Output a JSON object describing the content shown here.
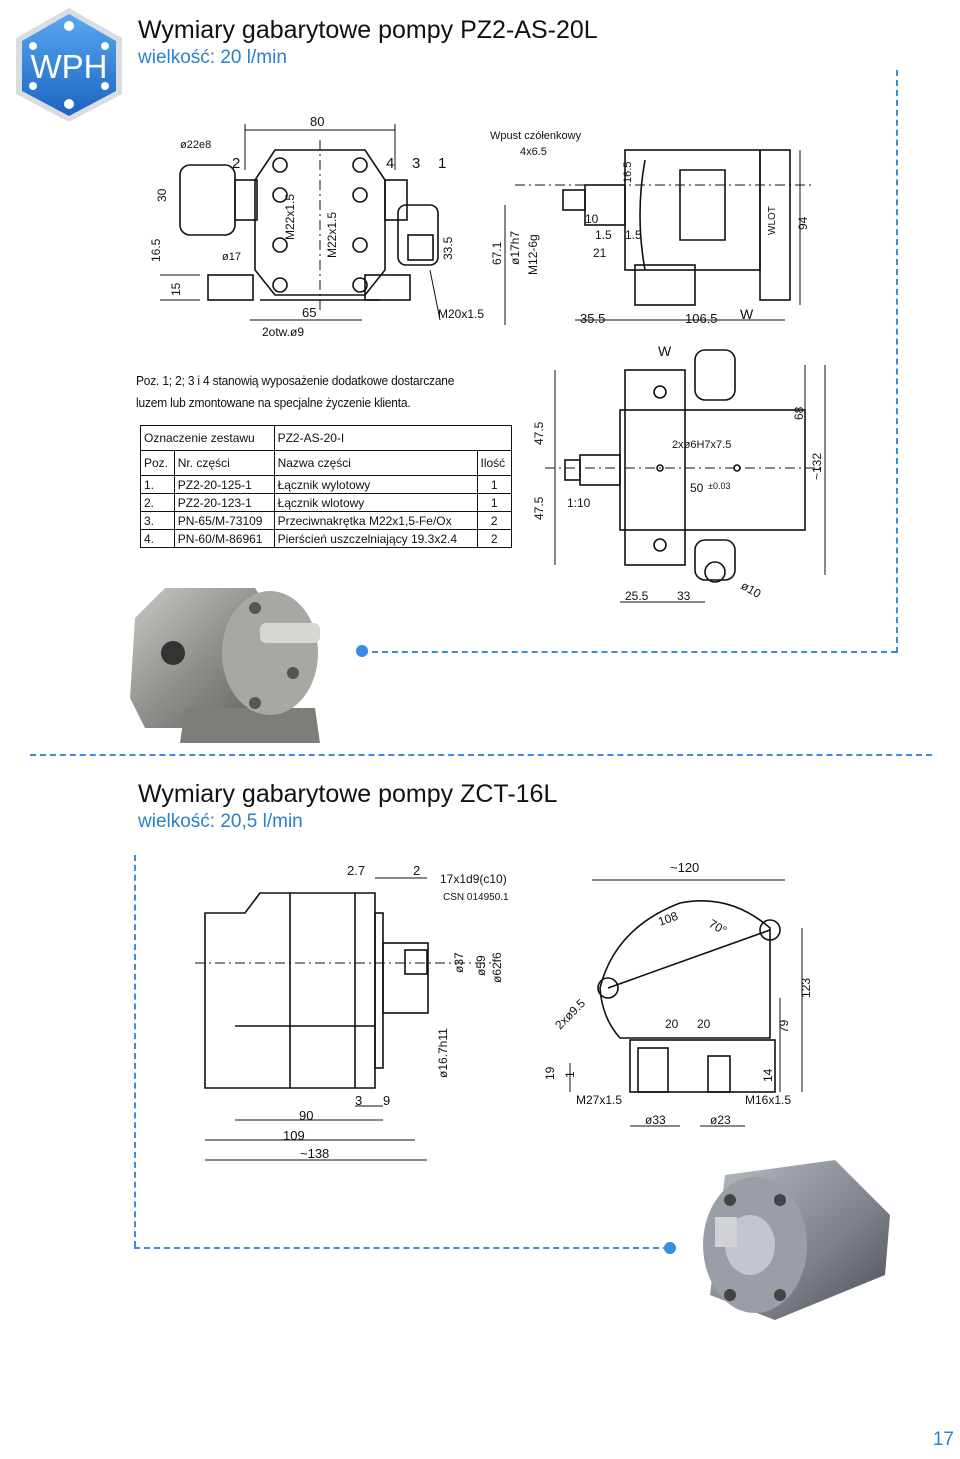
{
  "logo": {
    "text": "WPH"
  },
  "section1": {
    "title": "Wymiary gabarytowe pompy PZ2-AS-20L",
    "subtitle": "wielkość: 20 l/min",
    "note_line1": "Poz. 1; 2; 3 i 4 stanowią wyposażenie dodatkowe dostarczane",
    "note_line2": "luzem lub zmontowane na specjalne życzenie klienta.",
    "table": {
      "set_label": "Oznaczenie zestawu",
      "set_value": "PZ2-AS-20-I",
      "headers": [
        "Poz.",
        "Nr. części",
        "Nazwa części",
        "Ilość"
      ],
      "rows": [
        [
          "1.",
          "PZ2-20-125-1",
          "Łącznik wylotowy",
          "1"
        ],
        [
          "2.",
          "PZ2-20-123-1",
          "Łącznik wlotowy",
          "1"
        ],
        [
          "3.",
          "PN-65/M-73109",
          "Przeciwnakrętka M22x1,5-Fe/Ox",
          "2"
        ],
        [
          "4.",
          "PN-60/M-86961",
          "Pierścień uszczelniający 19.3x2.4",
          "2"
        ]
      ]
    },
    "dims_front": [
      "80",
      "ø22e8",
      "2",
      "4",
      "3",
      "1",
      "30",
      "16.5",
      "15",
      "ø17",
      "M22x1.5",
      "M22x1.5",
      "33.5",
      "65",
      "2otw.ø9",
      "M20x1.5"
    ],
    "dims_side": [
      "Wpust czółenkowy",
      "4x6.5",
      "16.5",
      "67.1",
      "ø17h7",
      "M12-6g",
      "10",
      "1.5",
      "1.5",
      "21",
      "94",
      "35.5",
      "106.5",
      "W",
      "WLOT"
    ],
    "dims_top": [
      "W",
      "47.5",
      "47.5",
      "1:10",
      "2xø6H7x7.5",
      "50",
      "±0.03",
      "68",
      "~132",
      "25.5",
      "33",
      "ø10"
    ]
  },
  "section2": {
    "title": "Wymiary gabarytowe pompy ZCT-16L",
    "subtitle": "wielkość: 20,5 l/min",
    "dims_side": [
      "2.7",
      "2",
      "17x1d9(c10)",
      "CSN 014950.1",
      "ø37",
      "ø59",
      "ø62f6",
      "ø16.7h11",
      "3",
      "9",
      "90",
      "109",
      "~138"
    ],
    "dims_front": [
      "~120",
      "108",
      "70°",
      "2xø9.5",
      "20",
      "20",
      "123",
      "79",
      "19",
      "1",
      "14",
      "M27x1.5",
      "M16x1.5",
      "ø33",
      "ø23"
    ]
  },
  "page_number": "17",
  "colors": {
    "accent": "#2a7fd0",
    "dash": "#3b8be0",
    "logo": "#2f7fd6"
  }
}
